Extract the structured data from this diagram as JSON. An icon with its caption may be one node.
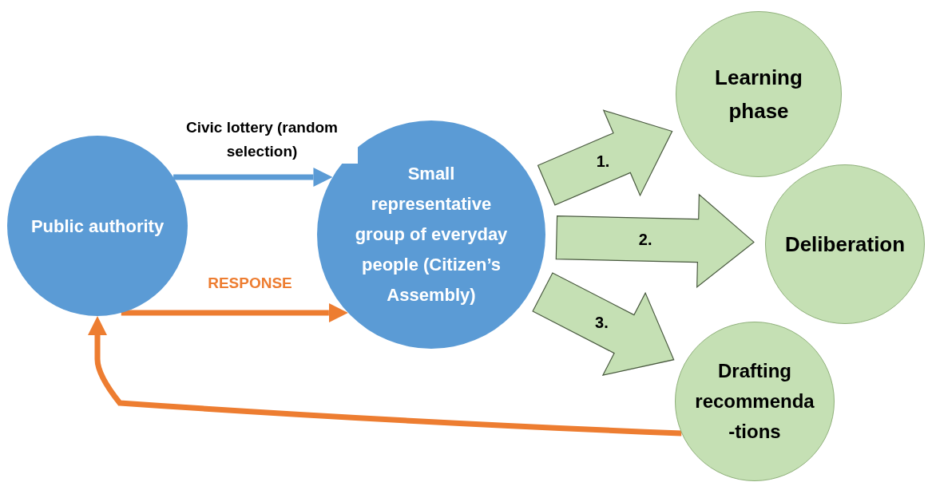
{
  "diagram": {
    "nodes": [
      {
        "text": [
          "Public authority"
        ]
      },
      {
        "text": [
          "Small representative group of everyday people (Citizen’s Assembly)"
        ]
      },
      {
        "text": [
          "Learning phase"
        ]
      },
      {
        "text": [
          "Deliberation"
        ]
      },
      {
        "text": [
          "Drafting recommenda -tions"
        ]
      }
    ],
    "edges": [
      {
        "from": 0,
        "to": 1,
        "arrow": "to",
        "label": "Civic lottery (random selection)",
        "color": "#5b9bd5"
      },
      {
        "from": 0,
        "to": 1,
        "arrow": "to",
        "label": "RESPONSE",
        "color": "#ed7d31"
      },
      {
        "from": 1,
        "to": 2,
        "arrow": "to",
        "label": "1.",
        "style": "thick"
      },
      {
        "from": 1,
        "to": 3,
        "arrow": "to",
        "label": "2.",
        "style": "thick"
      },
      {
        "from": 1,
        "to": 4,
        "arrow": "to",
        "label": "3.",
        "style": "thick"
      },
      {
        "from": 4,
        "to": 0,
        "arrow": "to",
        "color": "#ed7d31"
      }
    ]
  }
}
